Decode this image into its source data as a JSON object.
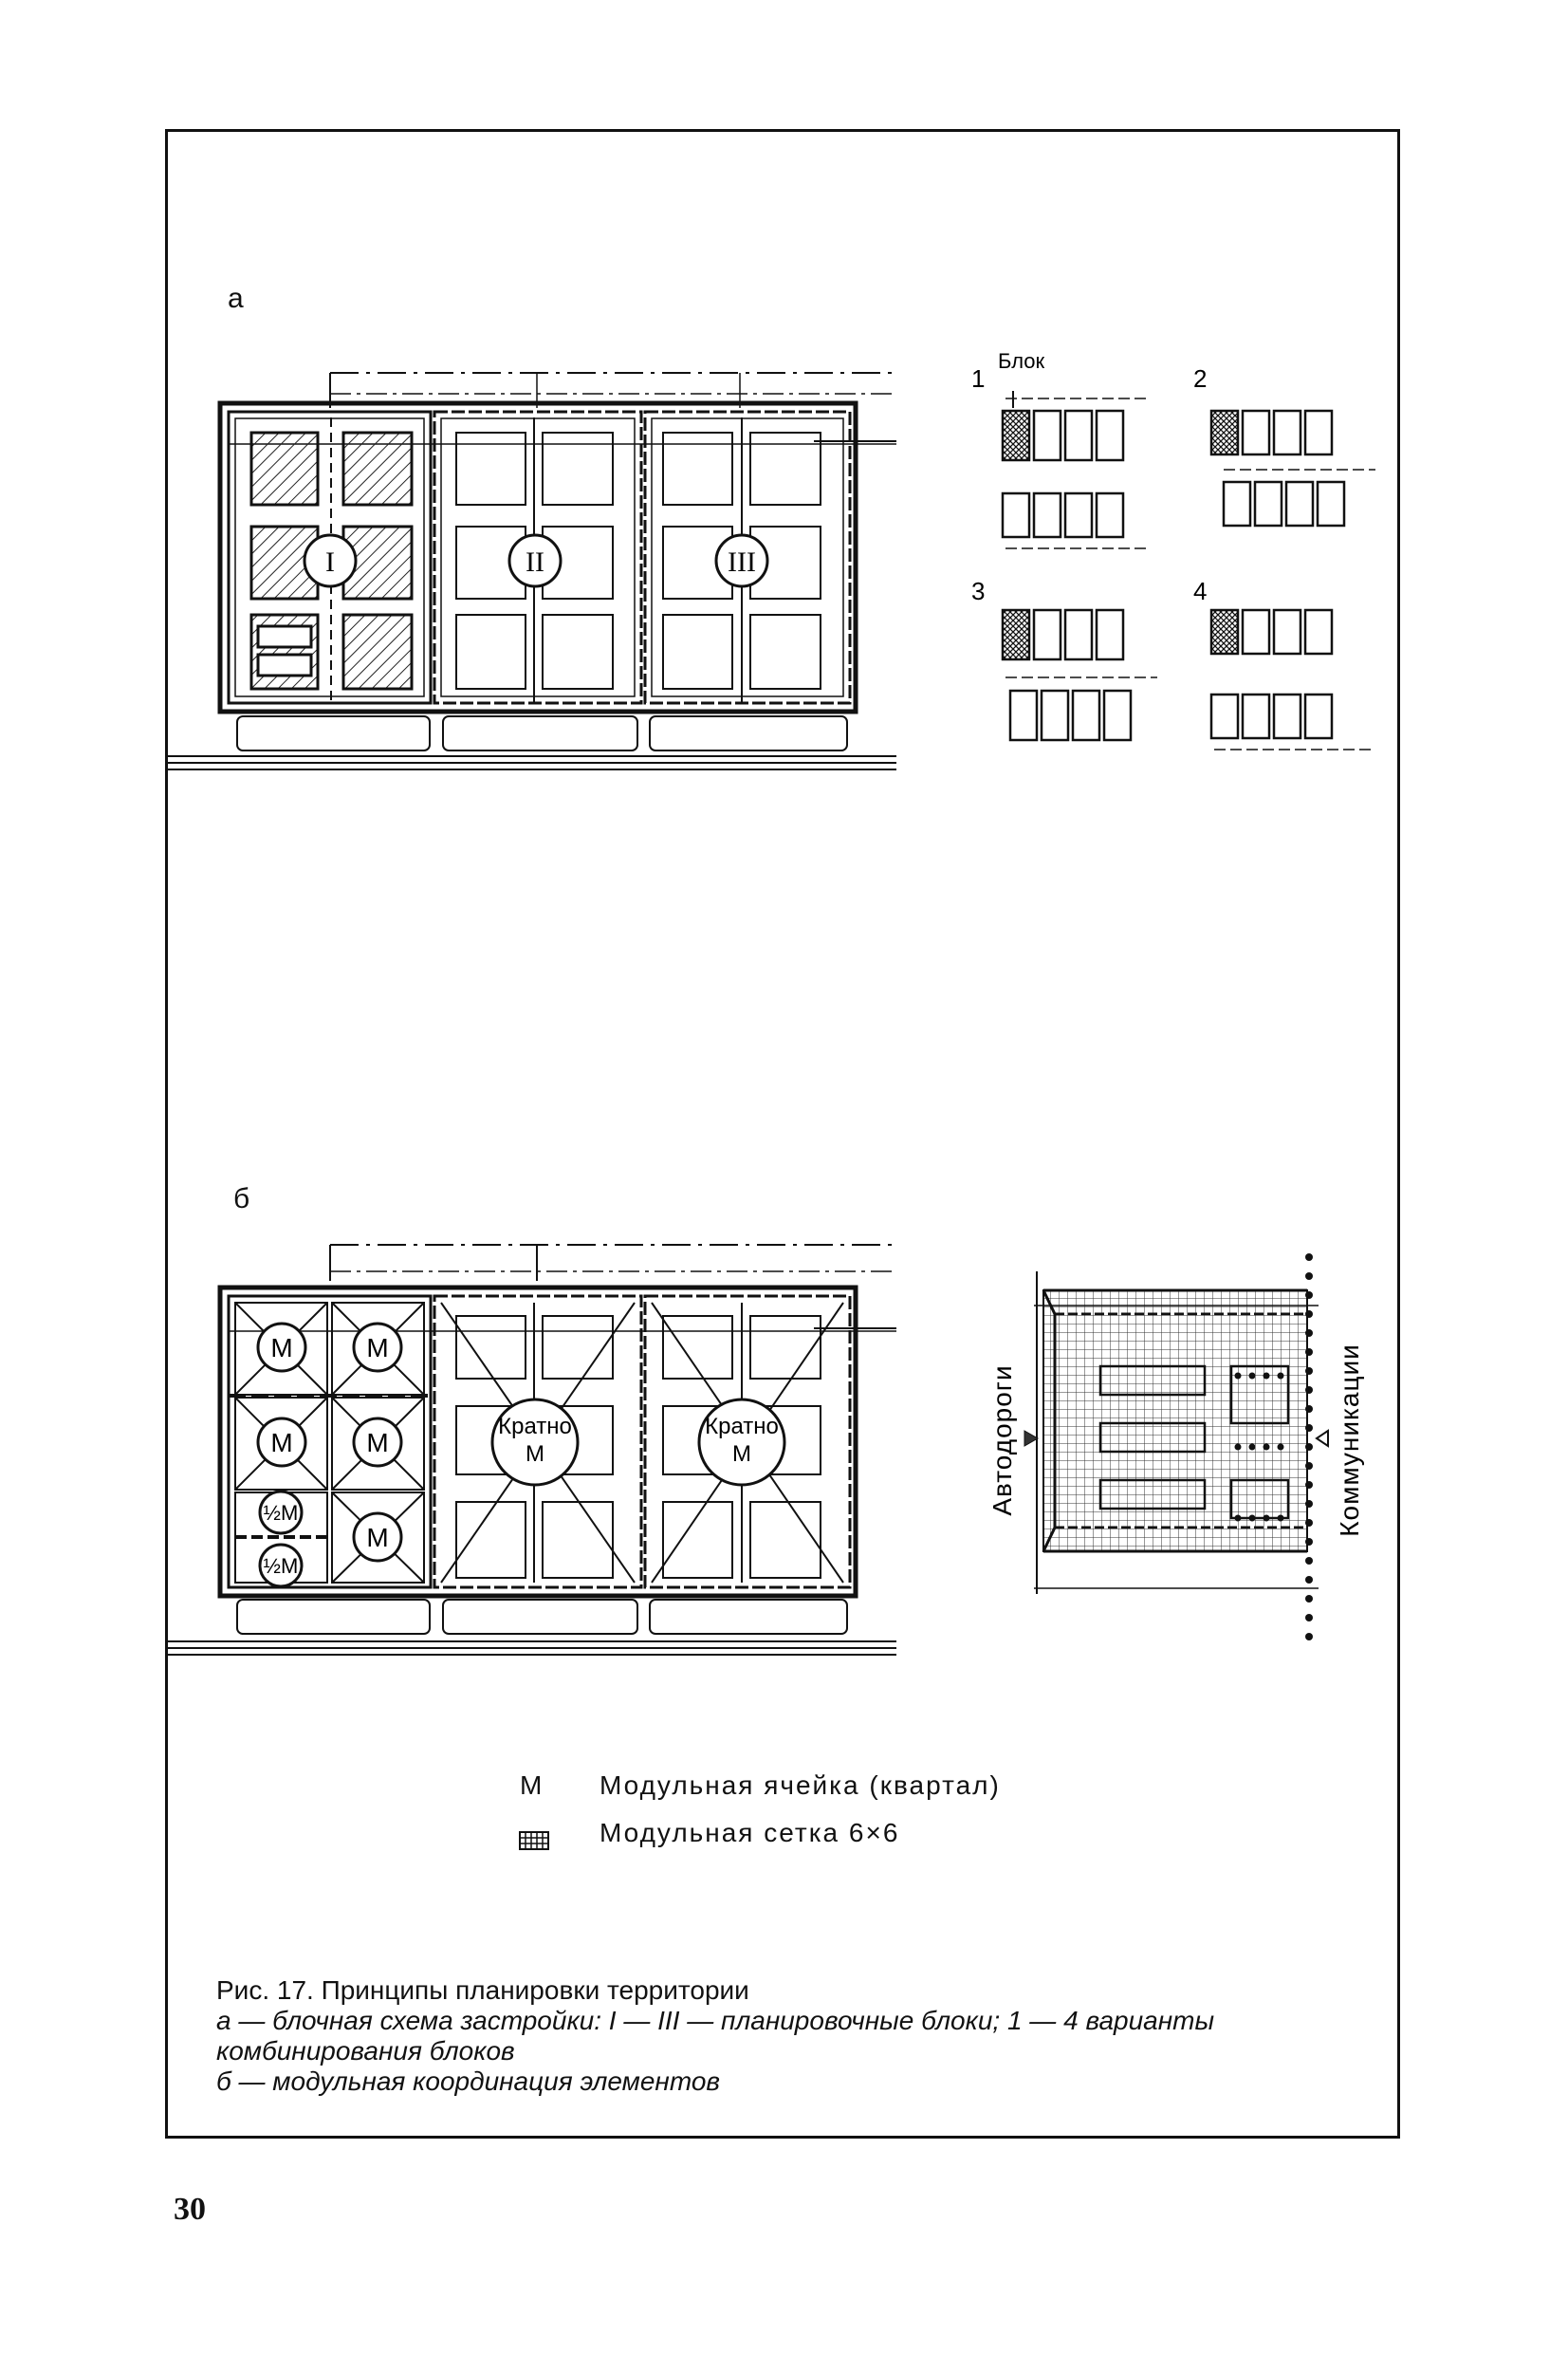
{
  "panel_a": {
    "letter": "а",
    "blocks": [
      "I",
      "II",
      "III"
    ],
    "variants": [
      "1",
      "2",
      "3",
      "4"
    ],
    "block_label": "Блок"
  },
  "panel_b": {
    "letter": "б",
    "cell_label": "М",
    "half_label": "½М",
    "multiple_line1": "Кратно",
    "multiple_line2": "М",
    "roads_label": "Автодороги",
    "comms_label": "Коммуникации"
  },
  "legend": {
    "items": [
      {
        "symbol": "М",
        "text": "Модульная ячейка (квартал)"
      },
      {
        "symbol": "grid-swatch",
        "text": "Модульная сетка 6×6"
      }
    ]
  },
  "caption": {
    "title": "Рис. 17. Принципы планировки территории",
    "line_a1": "а — блочная схема застройки: I — III — планировочные блоки; 1 — 4 варианты",
    "line_a2": "комбинирования блоков",
    "line_b": "б — модульная координация элементов"
  },
  "page_number": "30"
}
